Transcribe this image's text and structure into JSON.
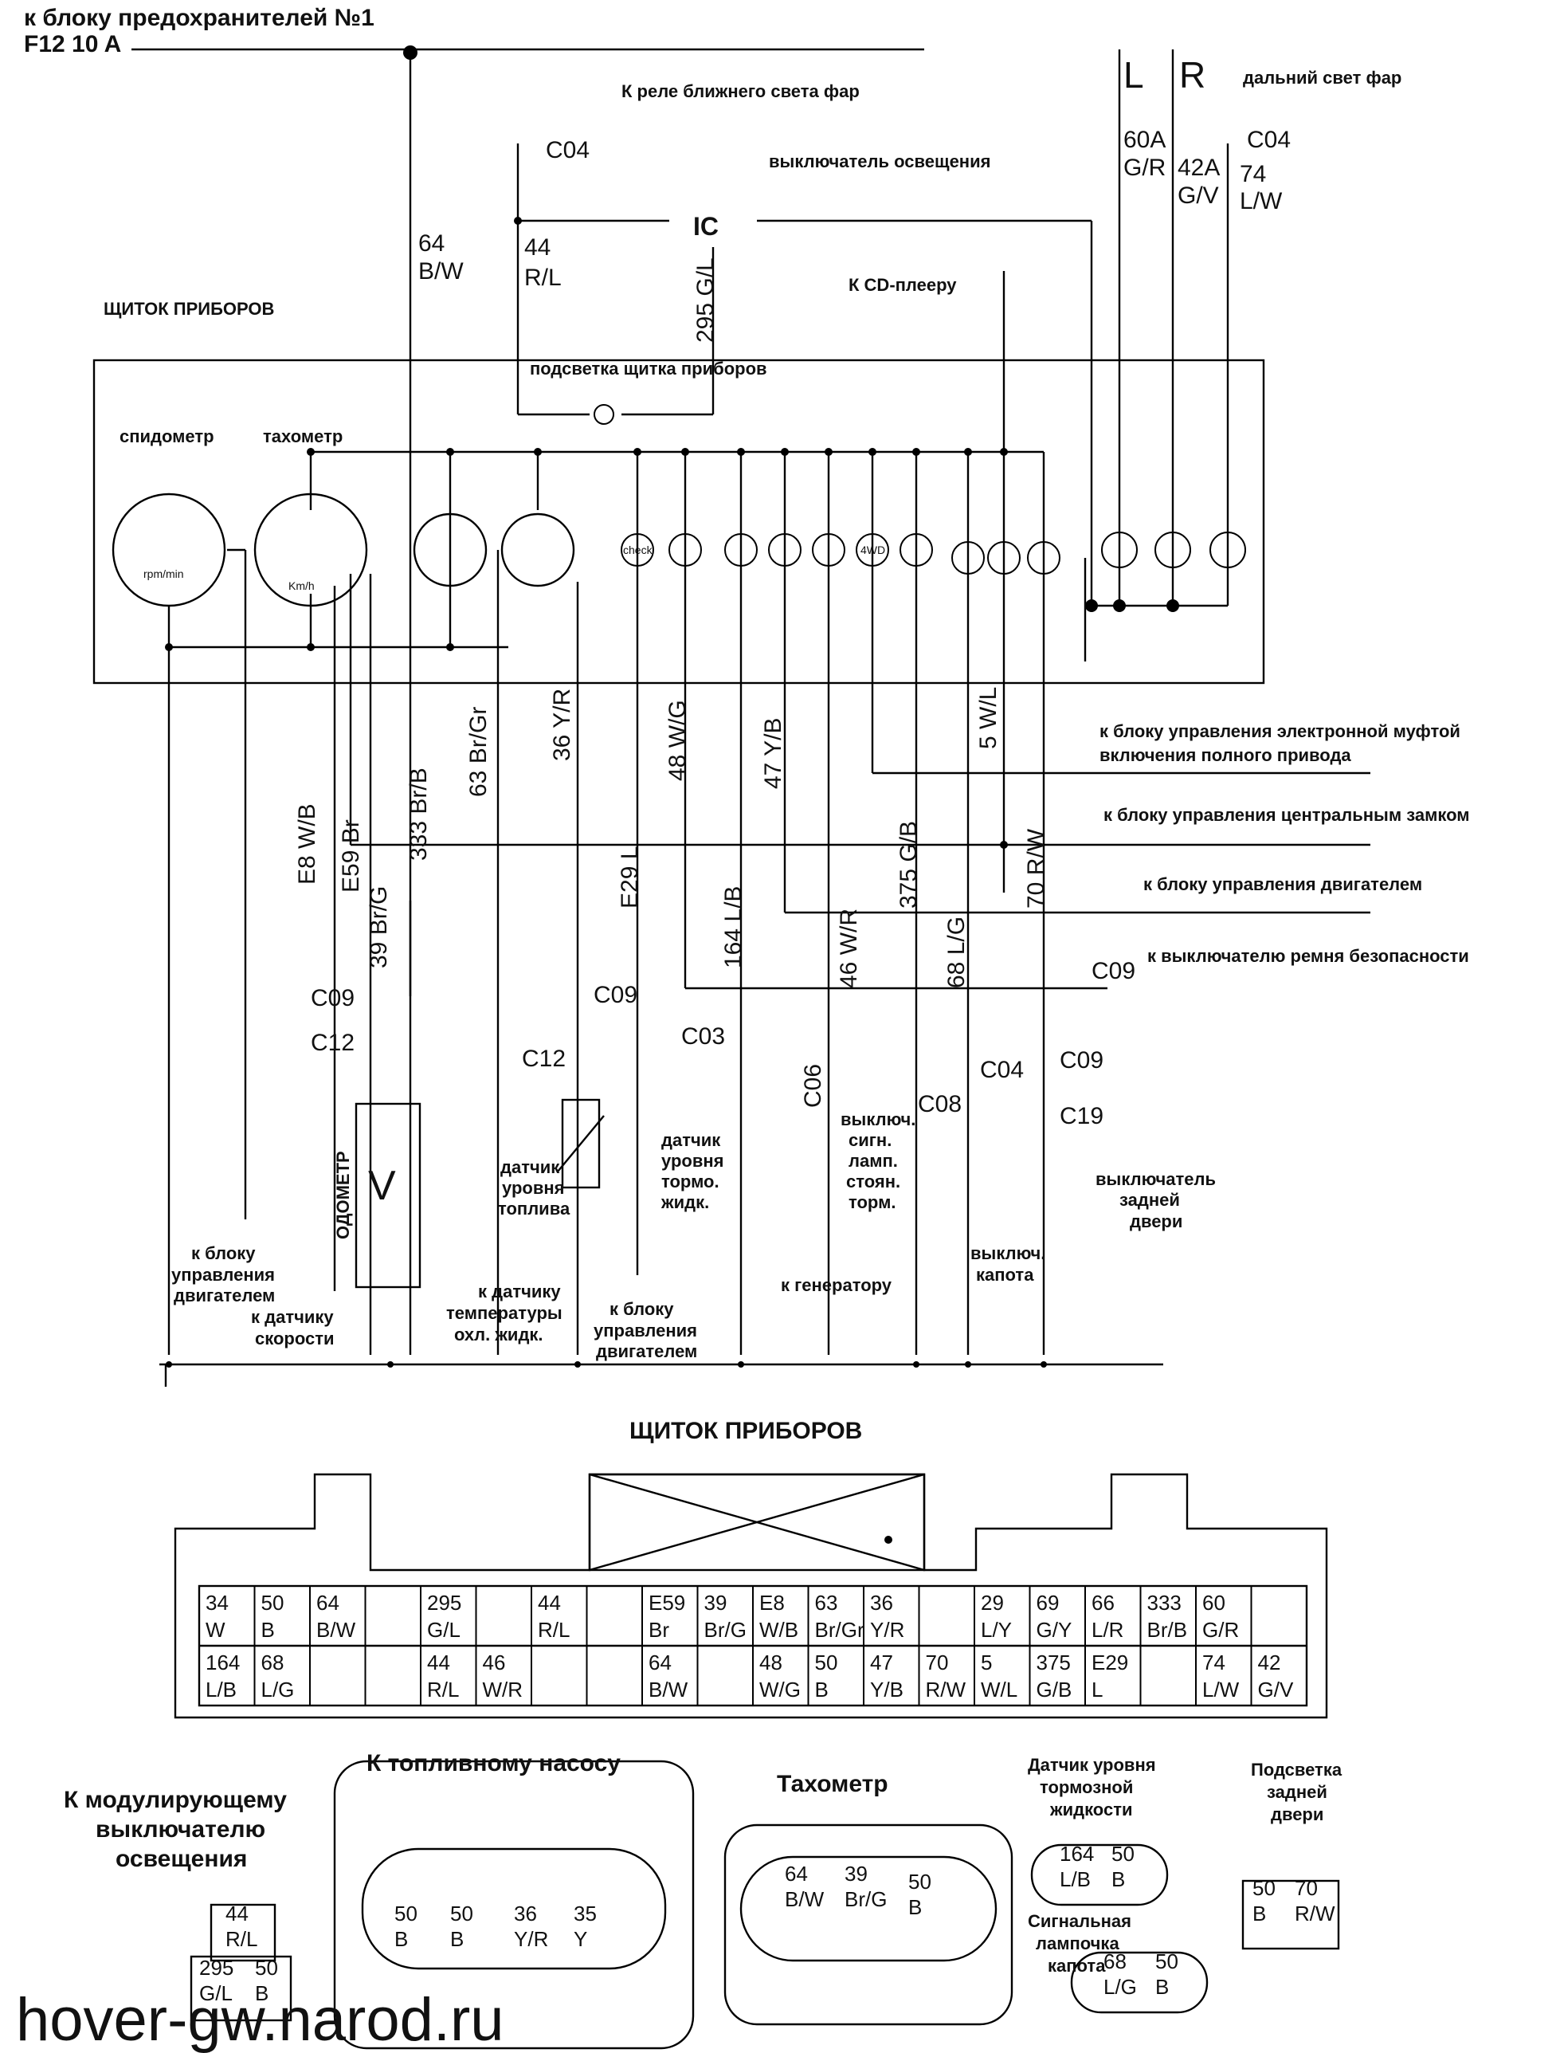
{
  "top": {
    "fuse_line1": "к блоку предохранителей №1",
    "fuse_line2": "F12 10 A",
    "low_beam_relay": "К реле ближнего света фар",
    "light_switch": "выключатель освещения",
    "ic": "IC",
    "cd_player": "К CD-плееру",
    "high_beam": "дальний свет фар",
    "L": "L",
    "R": "R",
    "c04": "C04",
    "backlight": "подсветка щитка приборов",
    "panel": "ЩИТОК ПРИБОРОВ",
    "speedometer": "спидометр",
    "tachometer": "тахометр",
    "rpm": "rpm/min",
    "kmh": "Km/h",
    "check": "check",
    "fwd": "4WD"
  },
  "wires": [
    {
      "num": "64",
      "color": "B/W"
    },
    {
      "num": "44",
      "color": "R/L"
    },
    {
      "num": "295",
      "color": "G/L"
    },
    {
      "num": "60A",
      "color": "G/R"
    },
    {
      "num": "42A",
      "color": "G/V"
    },
    {
      "num": "74",
      "color": "L/W"
    },
    {
      "num": "E8",
      "color": "W/B"
    },
    {
      "num": "E59",
      "color": "Br"
    },
    {
      "num": "333",
      "color": "Br/B"
    },
    {
      "num": "39",
      "color": "Br/G"
    },
    {
      "num": "63",
      "color": "Br/Gr"
    },
    {
      "num": "36",
      "color": "Y/R"
    },
    {
      "num": "48",
      "color": "W/G"
    },
    {
      "num": "47",
      "color": "Y/B"
    },
    {
      "num": "5",
      "color": "W/L"
    },
    {
      "num": "E29",
      "color": "L"
    },
    {
      "num": "164",
      "color": "L/B"
    },
    {
      "num": "46",
      "color": "W/R"
    },
    {
      "num": "375",
      "color": "G/B"
    },
    {
      "num": "68",
      "color": "L/G"
    },
    {
      "num": "70",
      "color": "R/W"
    }
  ],
  "connectors": {
    "c09": "C09",
    "c12": "C12",
    "c03": "C03",
    "c06": "C06",
    "c08": "C08",
    "c04": "C04",
    "c19": "C19"
  },
  "right_labels": {
    "awd": "к блоку управления электронной муфтой включения полного привода",
    "lock": "к блоку управления центральным замком",
    "ecu": "к блоку управления двигателем",
    "belt": "к выключателю ремня безопасности"
  },
  "bottom_labels": {
    "odometer": "ОДОМЕТР",
    "v": "V",
    "ecu": "к блоку управления двигателем",
    "speed": "к датчику скорости",
    "fuel": "датчик уровня топлива",
    "temp": "к датчику температуры охл. жидк.",
    "ecu2": "к блоку управления двигателем",
    "brake": "датчик уровня тормо. жидк.",
    "park": "выключ. сигн. ламп. стоян. торм.",
    "gen": "к генератору",
    "hood": "выключ. капота",
    "tail": "выключатель задней двери"
  },
  "panel_title": "ЩИТОК ПРИБОРОВ",
  "connector_cells": [
    {
      "n": "34",
      "c": "W"
    },
    {
      "n": "50",
      "c": "B"
    },
    {
      "n": "64",
      "c": "B/W"
    },
    {
      "n": "",
      "c": ""
    },
    {
      "n": "295",
      "c": "G/L"
    },
    {
      "n": "",
      "c": ""
    },
    {
      "n": "44",
      "c": "R/L"
    },
    {
      "n": "",
      "c": ""
    },
    {
      "n": "E59",
      "c": "Br"
    },
    {
      "n": "39",
      "c": "Br/G"
    },
    {
      "n": "E8",
      "c": "W/B"
    },
    {
      "n": "63",
      "c": "Br/Gr"
    },
    {
      "n": "36",
      "c": "Y/R"
    },
    {
      "n": "",
      "c": ""
    },
    {
      "n": "29",
      "c": "L/Y"
    },
    {
      "n": "69",
      "c": "G/Y"
    },
    {
      "n": "66",
      "c": "L/R"
    },
    {
      "n": "333",
      "c": "Br/B"
    },
    {
      "n": "60",
      "c": "G/R"
    },
    {
      "n": "",
      "c": ""
    },
    {
      "n": "164",
      "c": "L/B"
    },
    {
      "n": "68",
      "c": "L/G"
    },
    {
      "n": "",
      "c": ""
    },
    {
      "n": "",
      "c": ""
    },
    {
      "n": "44",
      "c": "R/L"
    },
    {
      "n": "46",
      "c": "W/R"
    },
    {
      "n": "",
      "c": ""
    },
    {
      "n": "",
      "c": ""
    },
    {
      "n": "64",
      "c": "B/W"
    },
    {
      "n": "",
      "c": ""
    },
    {
      "n": "48",
      "c": "W/G"
    },
    {
      "n": "50",
      "c": "B"
    },
    {
      "n": "47",
      "c": "Y/B"
    },
    {
      "n": "70",
      "c": "R/W"
    },
    {
      "n": "5",
      "c": "W/L"
    },
    {
      "n": "375",
      "c": "G/B"
    },
    {
      "n": "E29",
      "c": "L"
    },
    {
      "n": "",
      "c": ""
    },
    {
      "n": "74",
      "c": "L/W"
    },
    {
      "n": "42",
      "c": "G/V"
    }
  ],
  "small_connectors": {
    "mod_title": "К модулирующему выключателю освещения",
    "mod_top": {
      "n": "44",
      "c": "R/L"
    },
    "mod_bottom": [
      {
        "n": "295",
        "c": "G/L"
      },
      {
        "n": "50",
        "c": "B"
      }
    ],
    "fuel_title": "К топливному насосу",
    "fuel": [
      {
        "n": "50",
        "c": "B"
      },
      {
        "n": "50",
        "c": "B"
      },
      {
        "n": "36",
        "c": "Y/R"
      },
      {
        "n": "35",
        "c": "Y"
      }
    ],
    "tacho_title": "Тахометр",
    "tacho": [
      {
        "n": "64",
        "c": "B/W"
      },
      {
        "n": "39",
        "c": "Br/G"
      },
      {
        "n": "50",
        "c": "B"
      }
    ],
    "brake_title": "Датчик уровня тормозной жидкости",
    "brake": [
      {
        "n": "164",
        "c": "L/B"
      },
      {
        "n": "50",
        "c": "B"
      }
    ],
    "hood_title": "Сигнальная лампочка капота",
    "hood": [
      {
        "n": "68",
        "c": "L/G"
      },
      {
        "n": "50",
        "c": "B"
      }
    ],
    "tail_title": "Подсветка задней двери",
    "tail": [
      {
        "n": "50",
        "c": "B"
      },
      {
        "n": "70",
        "c": "R/W"
      }
    ]
  },
  "watermark": "hover-gw.narod.ru"
}
